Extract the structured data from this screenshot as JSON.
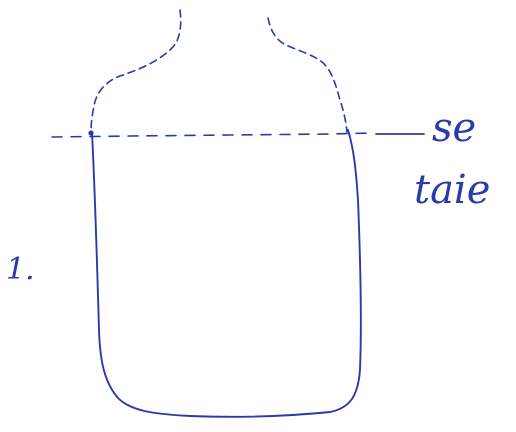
{
  "ink_color": "#2b3aa8",
  "step_number": "1.",
  "cut_label": {
    "line1": "se",
    "line2": "taie"
  },
  "figure": "bottle"
}
